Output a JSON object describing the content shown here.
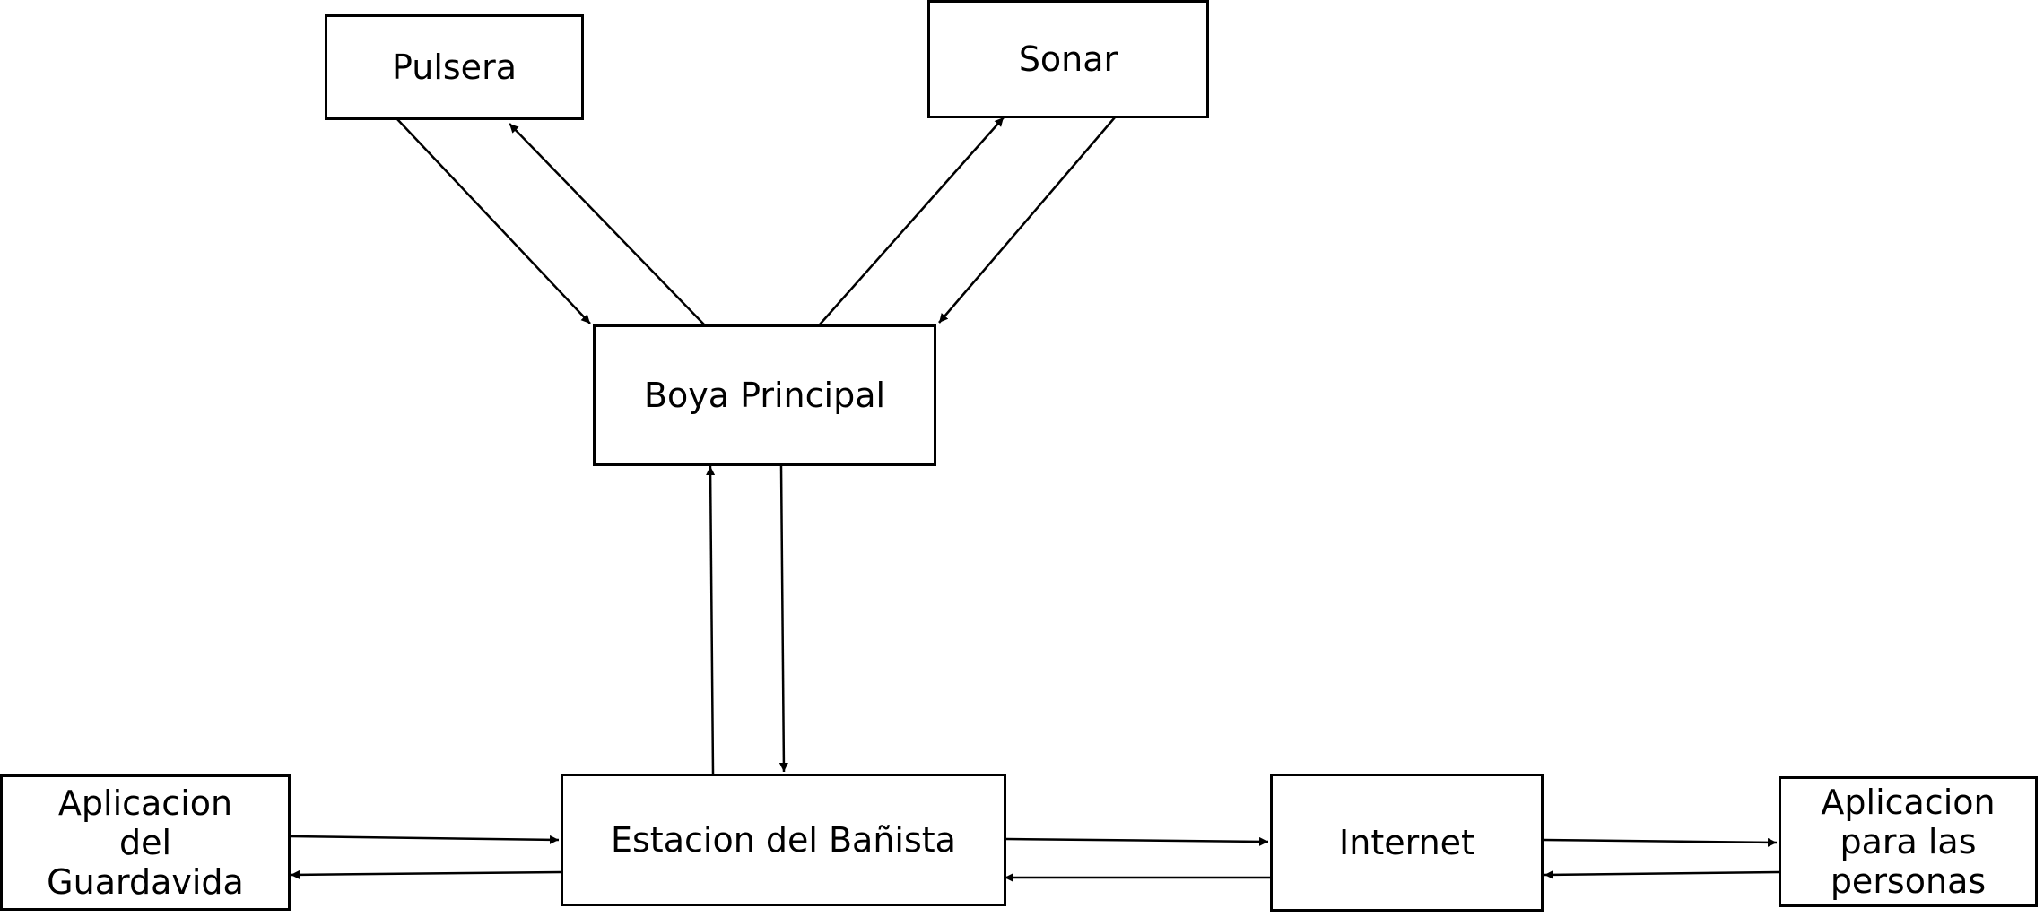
{
  "nodes": {
    "pulsera": "Pulsera",
    "sonar": "Sonar",
    "boya_principal": "Boya Principal",
    "estacion_banista": "Estacion del Bañista",
    "internet": "Internet",
    "aplicacion_guardavida": "Aplicacion\ndel\nGuardavida",
    "aplicacion_personas": "Aplicacion\npara las\npersonas"
  },
  "edges": [
    {
      "from": "pulsera",
      "to": "boya_principal"
    },
    {
      "from": "boya_principal",
      "to": "pulsera"
    },
    {
      "from": "boya_principal",
      "to": "sonar"
    },
    {
      "from": "sonar",
      "to": "boya_principal"
    },
    {
      "from": "estacion_banista",
      "to": "boya_principal"
    },
    {
      "from": "boya_principal",
      "to": "estacion_banista"
    },
    {
      "from": "aplicacion_guardavida",
      "to": "estacion_banista"
    },
    {
      "from": "estacion_banista",
      "to": "aplicacion_guardavida"
    },
    {
      "from": "estacion_banista",
      "to": "internet"
    },
    {
      "from": "internet",
      "to": "estacion_banista"
    },
    {
      "from": "internet",
      "to": "aplicacion_personas"
    },
    {
      "from": "aplicacion_personas",
      "to": "internet"
    }
  ]
}
